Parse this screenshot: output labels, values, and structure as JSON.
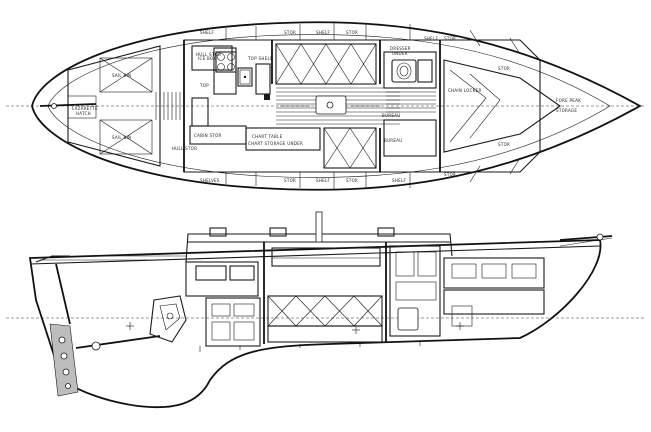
{
  "plan_labels": {
    "sail_bin_top": "SAIL BIN",
    "sail_bin_bottom": "SAIL BIN",
    "lazarette_hatch_line1": "LAZARETTE",
    "lazarette_hatch_line2": "HATCH",
    "ice_box": "ICE BOX",
    "top_shelf_a": "TOP SHELF",
    "top_shelf_b": "TOP",
    "hull_stor_top": "HULL STOR",
    "hull_stor_bottom": "HULL STOR",
    "shelves": "SHELVES",
    "cabinet_stor": "CABIN STOR",
    "chart_table_line1": "CHART TABLE",
    "chart_table_line2": "CHART STORAGE UNDER",
    "bureau_a": "BUREAU",
    "bureau_b": "BUREAU",
    "dresser_line1": "DRESSER",
    "dresser_line2": "UNDER",
    "shelf_top": "SHELF",
    "shelf_bottom": "SHELF",
    "shelf_top_2": "SHELF",
    "shelf_bottom_2": "SHELF",
    "stor_1": "STOR",
    "stor_2": "STOR",
    "stor_3": "STOR",
    "stor_4": "STOR",
    "stor_5": "STOR",
    "stor_6": "STOR",
    "stor_7": "STOR",
    "stor_8": "STOR",
    "shelf_drawer": "SHELF",
    "chain_locker": "CHAIN LOCKER",
    "forepeak": "FORE PEAK",
    "storage": "STORAGE"
  },
  "icons": {
    "stove": "stove-burners-icon",
    "sink": "sink-icon",
    "toilet": "toilet-icon",
    "rudder": "rudder-icon",
    "engine": "engine-icon",
    "bowsprit": "bowsprit-icon"
  },
  "colors": {
    "ink": "#1a1a1a",
    "paper": "#ffffff",
    "shade": "#bdbdbd"
  }
}
